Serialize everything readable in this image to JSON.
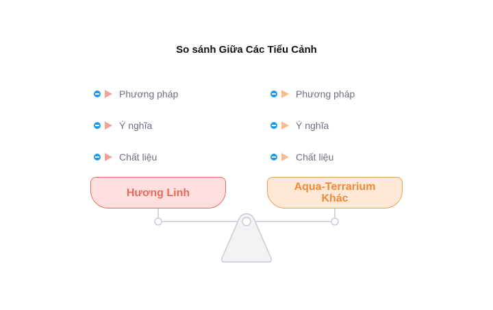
{
  "title": "So sánh Giữa Các Tiểu Cảnh",
  "left": {
    "label": "Hương Linh",
    "items": [
      "Phương pháp",
      "Ý nghĩa",
      "Chất liệu"
    ]
  },
  "right": {
    "label_line1": "Aqua-Terrarium",
    "label_line2": "Khác",
    "items": [
      "Phương pháp",
      "Ý nghĩa",
      "Chất liệu"
    ]
  },
  "colors": {
    "left_accent": "#e8695d",
    "left_fill": "#fde0de",
    "right_accent": "#f0893a",
    "right_fill": "#fee8d6",
    "collapse_icon": "#1a9bf0",
    "scale_stroke": "#c9c9d3"
  }
}
